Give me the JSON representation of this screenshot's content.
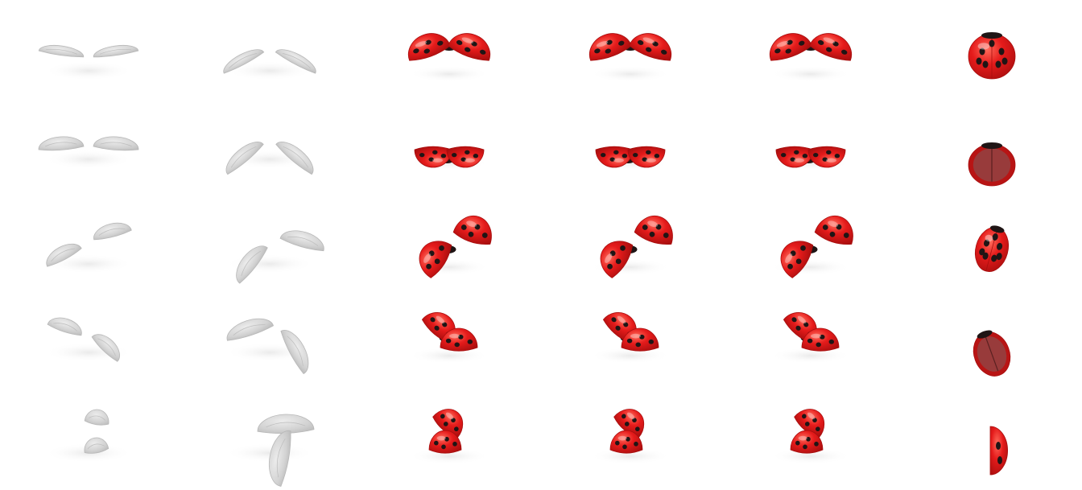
{
  "sheet": {
    "columns": [
      {
        "kind": "wings-ghost",
        "label": ""
      },
      {
        "kind": "wings-ghost",
        "label": ""
      },
      {
        "kind": "wings-red",
        "label": ""
      },
      {
        "kind": "wings-red",
        "label": ""
      },
      {
        "kind": "wings-red",
        "label": ""
      },
      {
        "kind": "shell-closed",
        "label": ""
      }
    ],
    "rows": 5,
    "colors": {
      "shell": "#e51b1b",
      "shell_dark": "#a80e0e",
      "spot": "#1f1515",
      "ghost": "#d2d2d2",
      "ghost_dark": "#b8b8b8",
      "background": "#ffffff"
    }
  }
}
